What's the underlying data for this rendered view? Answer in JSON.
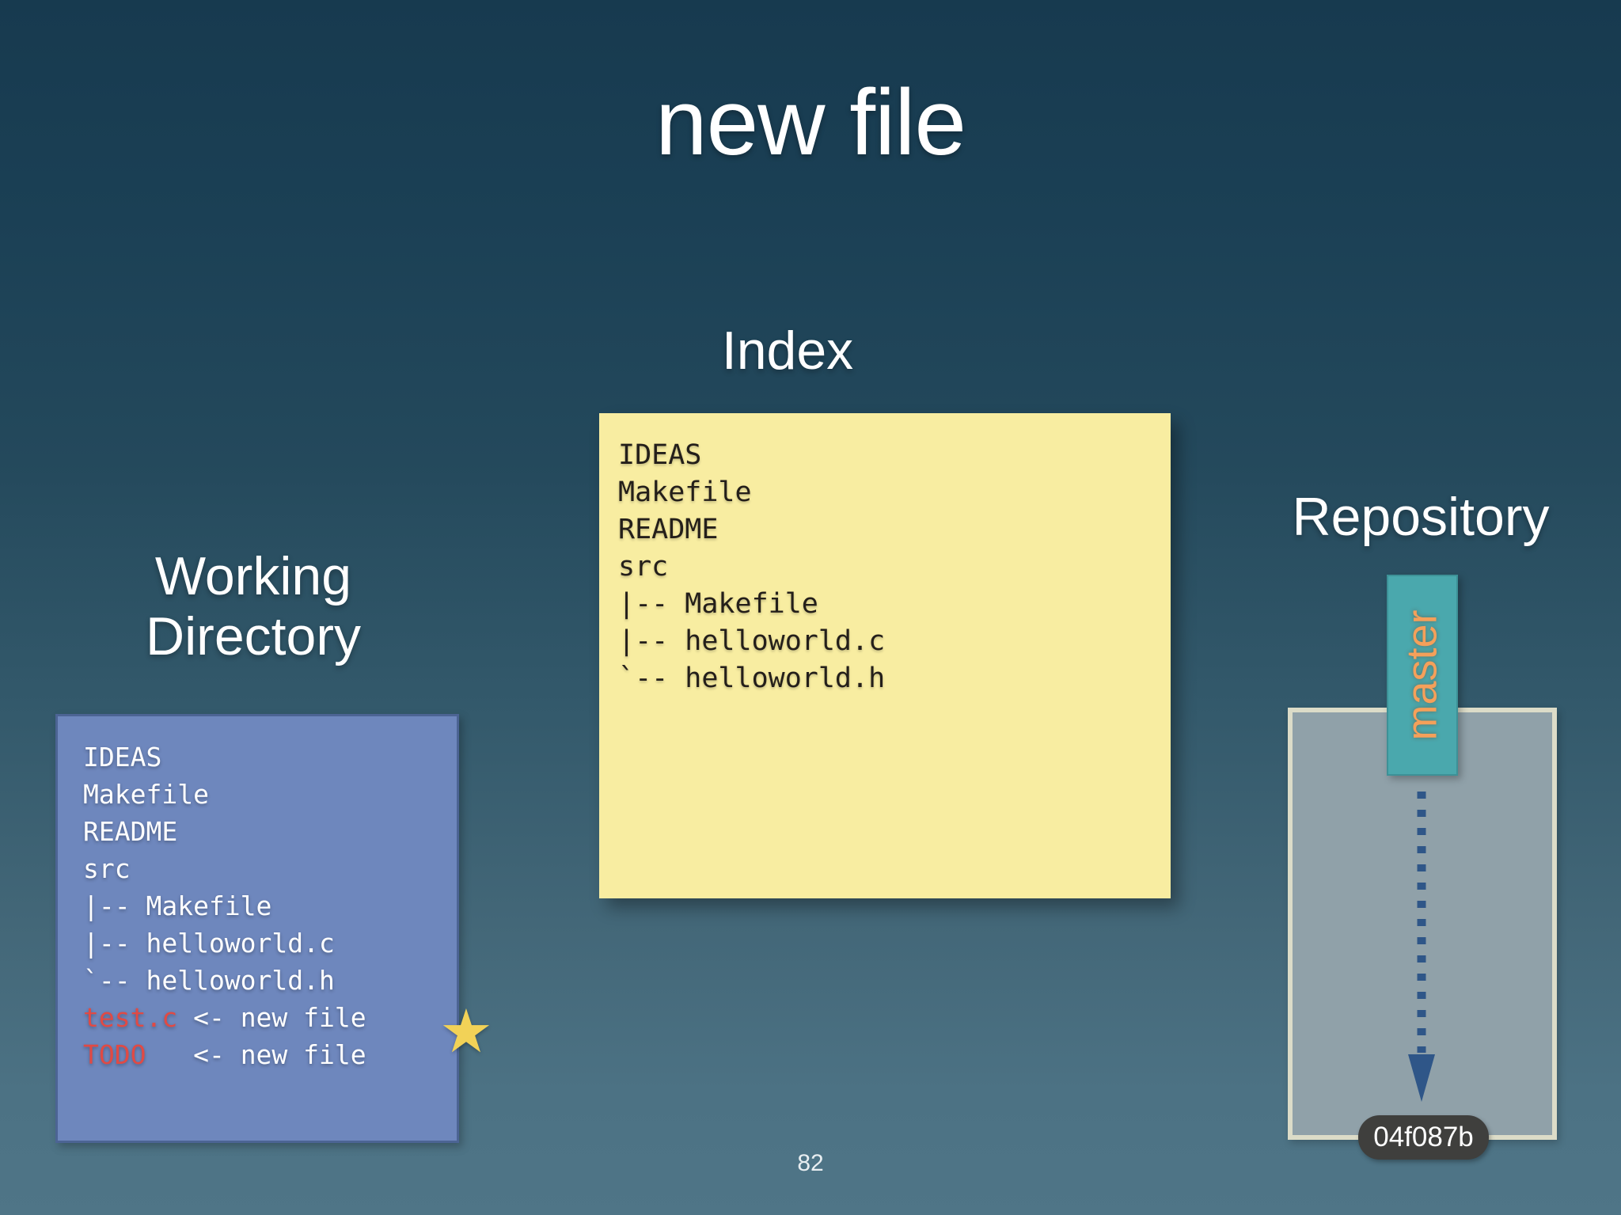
{
  "slide": {
    "title": "new file",
    "page_number": "82"
  },
  "working_directory": {
    "heading_line1": "Working",
    "heading_line2": "Directory",
    "lines": [
      {
        "text": "IDEAS",
        "new": false
      },
      {
        "text": "Makefile",
        "new": false
      },
      {
        "text": "README",
        "new": false
      },
      {
        "text": "src",
        "new": false
      },
      {
        "text": "|-- Makefile",
        "new": false
      },
      {
        "text": "|-- helloworld.c",
        "new": false
      },
      {
        "text": "`-- helloworld.h",
        "new": false
      },
      {
        "name": "test.c",
        "annotation": " <- new file",
        "new": true
      },
      {
        "name": "TODO  ",
        "annotation": " <- new file",
        "new": true
      }
    ],
    "box_color": "#6e87bd",
    "new_file_color": "#e04a45",
    "star_icon": "star-icon"
  },
  "index": {
    "heading": "Index",
    "lines": [
      "IDEAS",
      "Makefile",
      "README",
      "src",
      "|-- Makefile",
      "|-- helloworld.c",
      "`-- helloworld.h"
    ],
    "note_color": "#f8eda1"
  },
  "repository": {
    "heading": "Repository",
    "branch_label": "master",
    "branch_color": "#4aa8ad",
    "branch_text_color": "#f5a05a",
    "commit_hash": "04f087b",
    "box_color": "#90a1a9",
    "box_border_color": "#dcdcc8",
    "arrow_color": "#2f5688"
  }
}
